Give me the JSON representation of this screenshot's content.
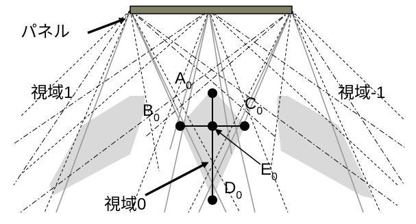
{
  "panel": {
    "label": "パネル",
    "color": "#808066"
  },
  "zones": [
    {
      "label": "視域1",
      "shade": "#d9d9d9"
    },
    {
      "label": "視域0",
      "shade": "#d9d9d9"
    },
    {
      "label": "視域-1",
      "shade": "#d9d9d9"
    }
  ],
  "points": [
    {
      "base": "A",
      "sub": "0"
    },
    {
      "base": "B",
      "sub": "0"
    },
    {
      "base": "C",
      "sub": "0"
    },
    {
      "base": "D",
      "sub": "0"
    },
    {
      "base": "E",
      "sub": "0"
    }
  ]
}
